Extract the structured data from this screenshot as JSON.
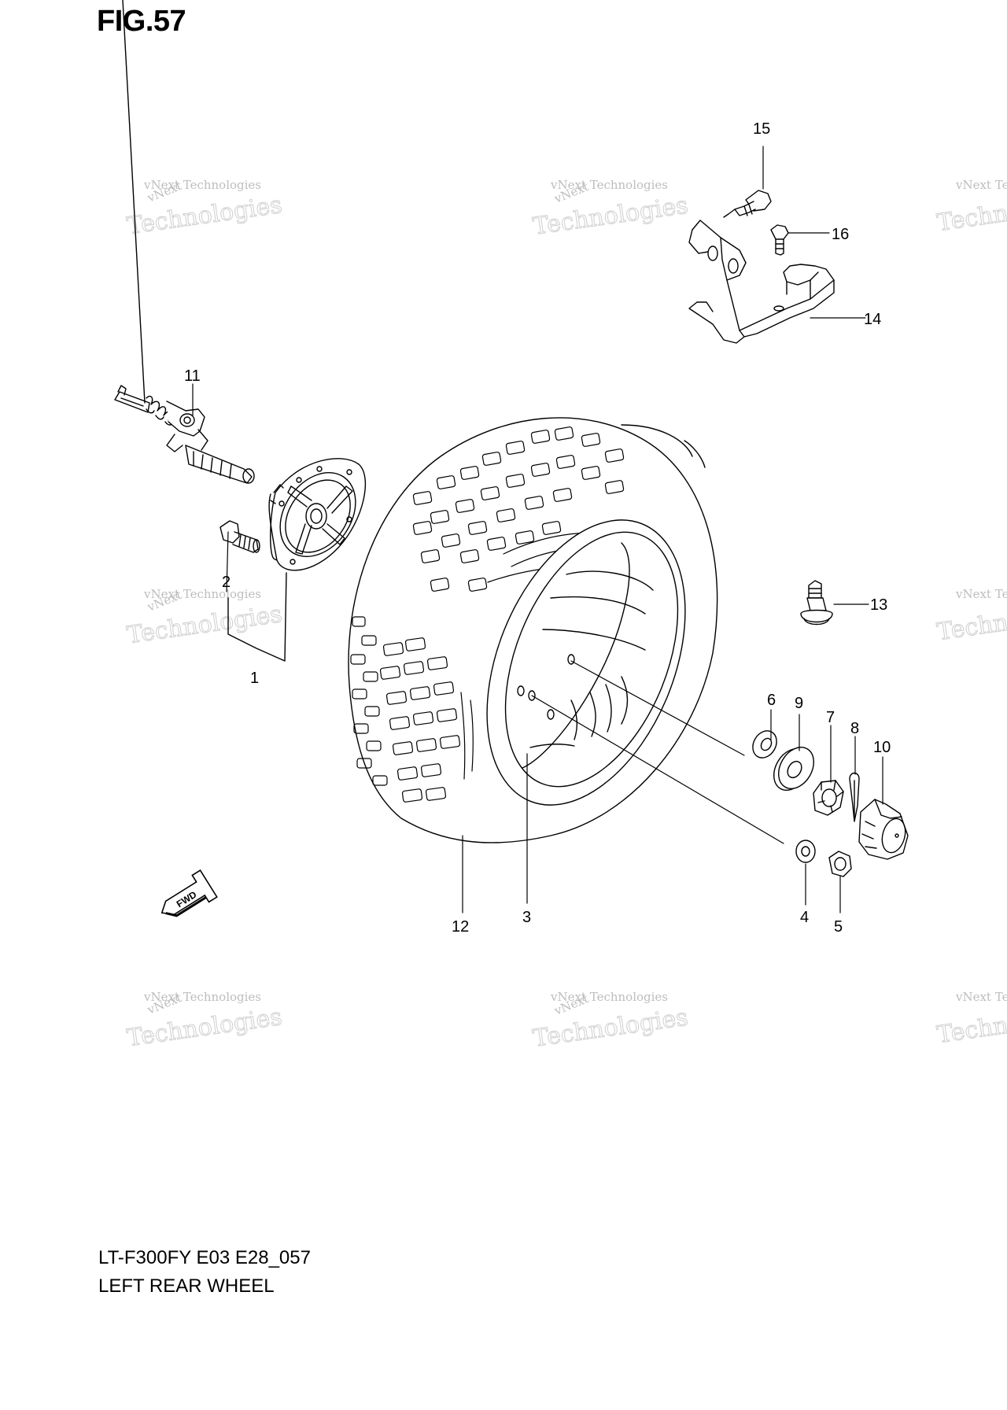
{
  "figure": {
    "title": "FIG.57"
  },
  "watermark": {
    "line1": "vNext Technologies",
    "line2": "Technologies",
    "arc": "vNext"
  },
  "callouts": {
    "n1": "1",
    "n2": "2",
    "n3": "3",
    "n4": "4",
    "n5": "5",
    "n6": "6",
    "n7": "7",
    "n8": "8",
    "n9": "9",
    "n10": "10",
    "n11": "11",
    "n12": "12",
    "n13": "13",
    "n14": "14",
    "n15": "15",
    "n16": "16"
  },
  "fwd_label": "FWD",
  "footer": {
    "model_code": "LT-F300FY E03 E28_057",
    "section_name": "LEFT REAR WHEEL"
  },
  "colors": {
    "line": "#000000",
    "watermark": "#c8c8c8",
    "background": "#ffffff"
  }
}
